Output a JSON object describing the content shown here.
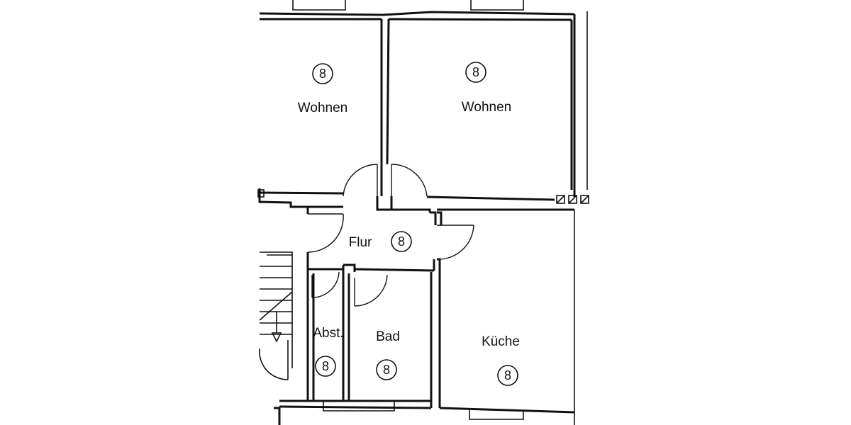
{
  "plan": {
    "rooms": [
      {
        "id": "wohnen-left",
        "label": "Wohnen",
        "marker": "8"
      },
      {
        "id": "wohnen-right",
        "label": "Wohnen",
        "marker": "8"
      },
      {
        "id": "flur",
        "label": "Flur",
        "marker": "8"
      },
      {
        "id": "abst",
        "label": "Abst.",
        "marker": "8"
      },
      {
        "id": "bad",
        "label": "Bad",
        "marker": "8"
      },
      {
        "id": "kueche",
        "label": "Küche",
        "marker": "8"
      }
    ]
  }
}
